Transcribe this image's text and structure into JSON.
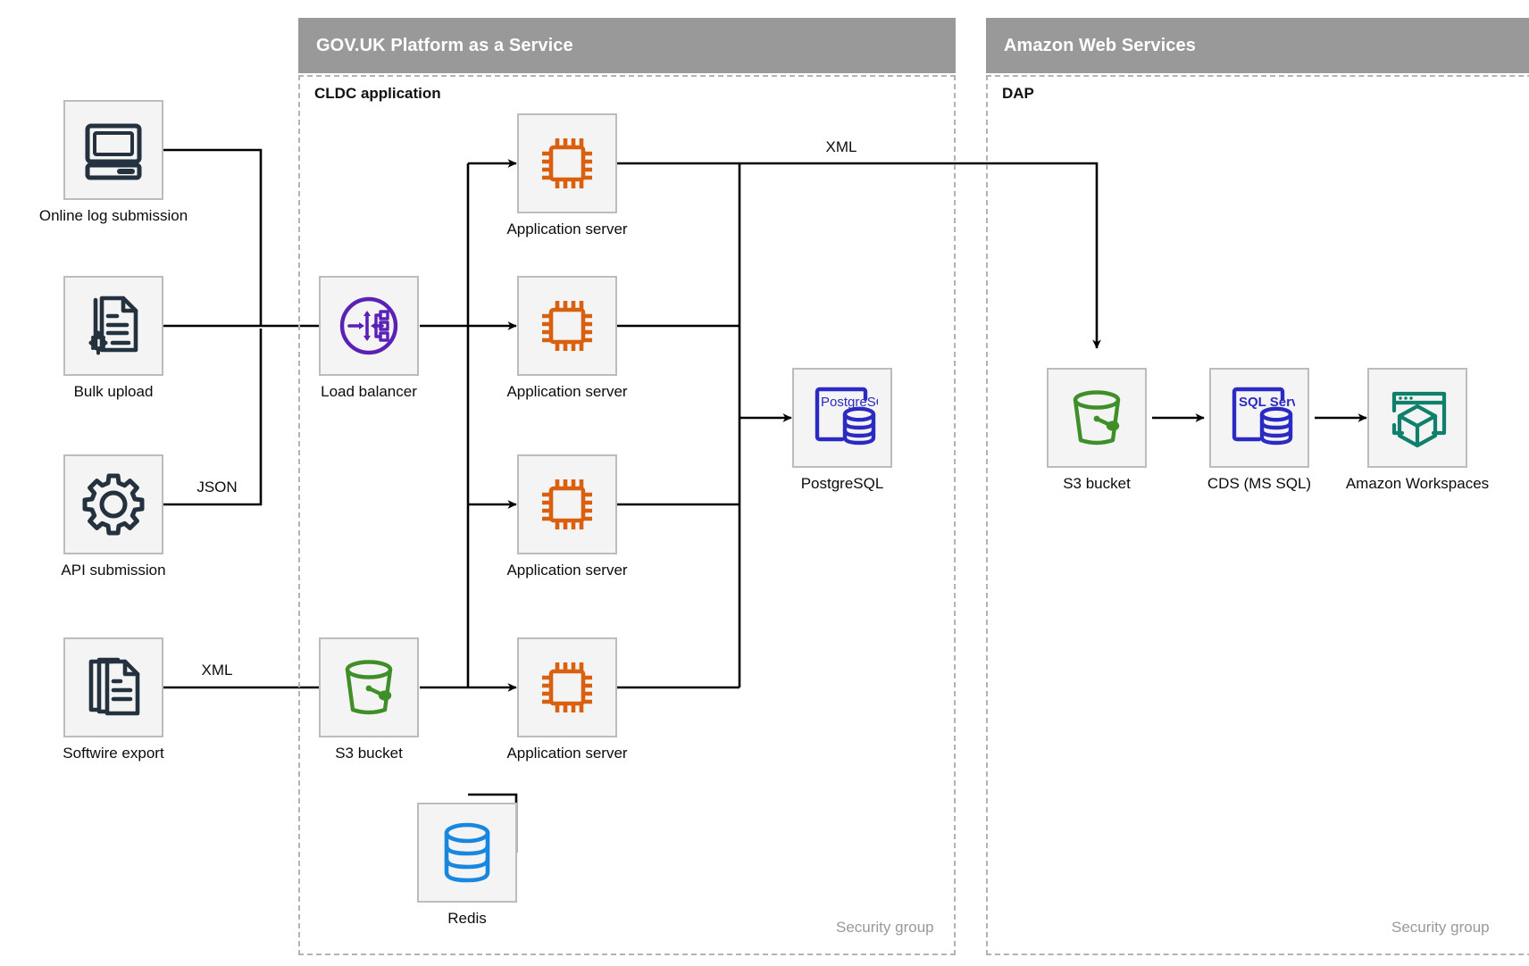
{
  "zones": [
    {
      "id": "paas",
      "header": "GOV.UK Platform as a Service",
      "inner_label": "CLDC application",
      "footer": "Security group"
    },
    {
      "id": "aws",
      "header": "Amazon Web Services",
      "inner_label": "DAP",
      "footer": "Security group"
    }
  ],
  "nodes": {
    "online_log": {
      "caption": "Online log submission",
      "icon": "desktop-computer-icon",
      "color": "#24313f"
    },
    "bulk_upload": {
      "caption": "Bulk upload",
      "icon": "document-gear-icon",
      "color": "#24313f"
    },
    "api_submission": {
      "caption": "API submission",
      "icon": "gear-icon",
      "color": "#24313f"
    },
    "softwire_export": {
      "caption": "Softwire export",
      "icon": "document-stack-icon",
      "color": "#24313f"
    },
    "load_balancer": {
      "caption": "Load balancer",
      "icon": "load-balancer-icon",
      "color": "#5b21b6"
    },
    "app_server_1": {
      "caption": "Application server",
      "icon": "cpu-chip-icon",
      "color": "#d9600f"
    },
    "app_server_2": {
      "caption": "Application server",
      "icon": "cpu-chip-icon",
      "color": "#d9600f"
    },
    "app_server_3": {
      "caption": "Application server",
      "icon": "cpu-chip-icon",
      "color": "#d9600f"
    },
    "app_server_4": {
      "caption": "Application server",
      "icon": "cpu-chip-icon",
      "color": "#d9600f"
    },
    "postgresql": {
      "caption": "PostgreSQL",
      "icon": "postgresql-database-icon",
      "color": "#2b2bc4",
      "badge": "PostgreSQL"
    },
    "paas_s3": {
      "caption": "S3 bucket",
      "icon": "s3-bucket-icon",
      "color": "#3f8f29"
    },
    "redis": {
      "caption": "Redis",
      "icon": "redis-database-icon",
      "color": "#1787e0"
    },
    "dap_s3": {
      "caption": "S3 bucket",
      "icon": "s3-bucket-icon",
      "color": "#3f8f29"
    },
    "cds": {
      "caption": "CDS (MS SQL)",
      "icon": "sql-server-database-icon",
      "color": "#2b2bc4",
      "badge": "SQL Server"
    },
    "workspaces": {
      "caption": "Amazon Workspaces",
      "icon": "amazon-workspaces-icon",
      "color": "#0f806b"
    }
  },
  "edge_labels": {
    "json": "JSON",
    "xml_softwire": "XML",
    "xml_to_dap": "XML"
  },
  "colors": {
    "zone_header_bg": "#999999",
    "zone_header_text": "#ffffff",
    "zone_border": "#b3b3b3",
    "tile_bg": "#f4f4f4",
    "tile_border": "#bcbcbc",
    "wire": "#000000",
    "text": "#0b0c0c",
    "muted_text": "#999999"
  }
}
